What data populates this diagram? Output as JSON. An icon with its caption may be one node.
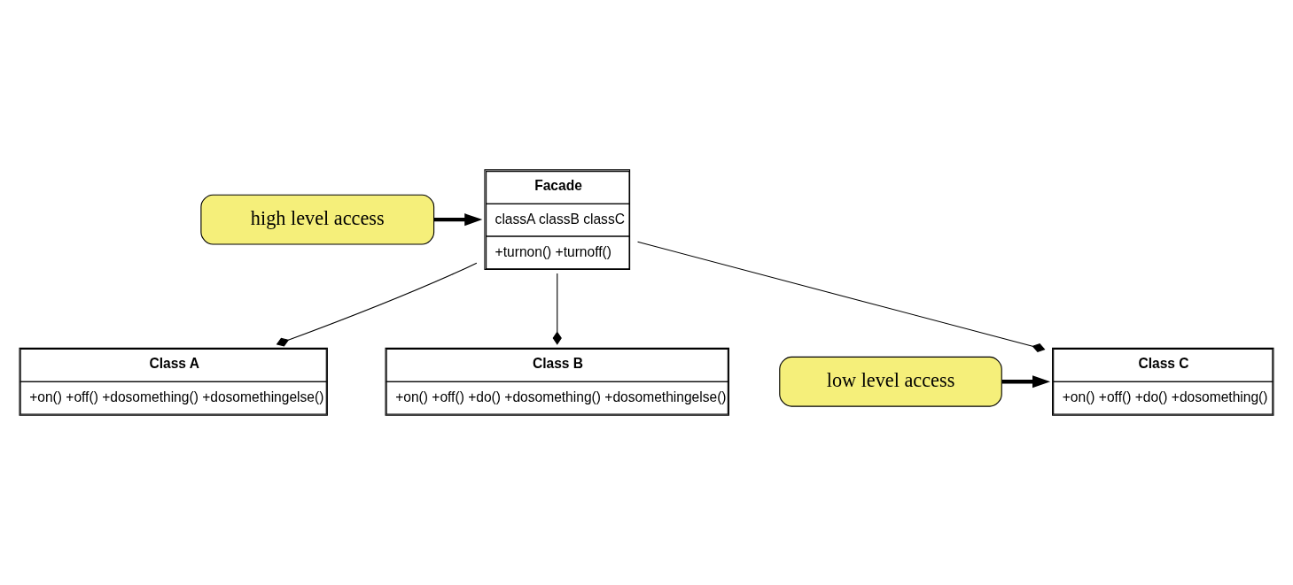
{
  "diagram": {
    "nodes": [
      {
        "text": [
          "Facade",
          "classA classB classC",
          "+turnon() +turnoff()"
        ]
      },
      {
        "text": [
          "high level access"
        ]
      },
      {
        "text": [
          "Class A",
          "+on() +off() +dosomething() +dosomethingelse()"
        ]
      },
      {
        "text": [
          "Class B",
          "+on() +off() +do() +dosomething() +dosomethingelse()"
        ]
      },
      {
        "text": [
          "Class C",
          "+on() +off() +do() +dosomething()"
        ]
      },
      {
        "text": [
          "low level access"
        ]
      }
    ],
    "edges": [
      {
        "from": 0,
        "to": 2,
        "arrow": "other"
      },
      {
        "from": 0,
        "to": 3,
        "arrow": "other"
      },
      {
        "from": 0,
        "to": 4,
        "arrow": "other"
      },
      {
        "from": 1,
        "to": 0,
        "arrow": "to",
        "style": "thick"
      },
      {
        "from": 5,
        "to": 4,
        "arrow": "to",
        "style": "thick"
      }
    ]
  }
}
